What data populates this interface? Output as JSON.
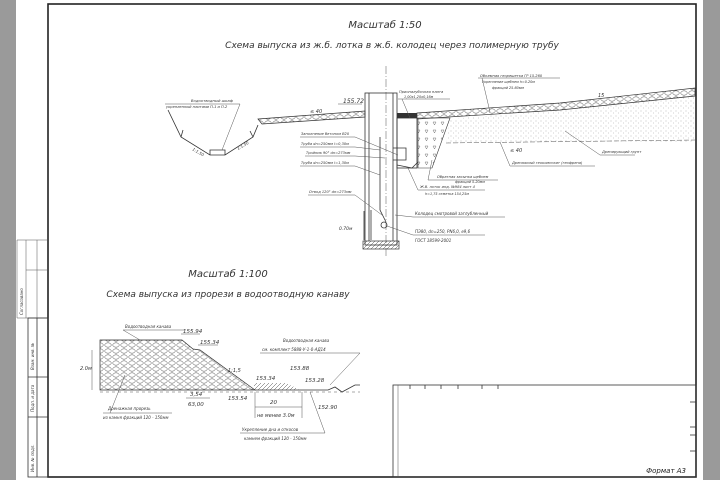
{
  "upper": {
    "scale": "Масштаб 1:50",
    "title": "Схема выпуска из ж.б. лотка в ж.б. колодец через полимерную трубу",
    "labels": {
      "ditch": "Водоотводный шкаф",
      "ditch_sub": "укрепленный плитами П-1 и П-2",
      "slope_left": "1:1,50",
      "slope_right": "1:1,50",
      "elev": "155.72",
      "pct_left": "≤ 40",
      "pct_right": "≤ 40",
      "slab": "Приопалубочная плита",
      "slab_sub": "1,00х1,20х0,16м",
      "concrete": "Заполнение бетоном В20",
      "pipe1": "Труба dn=250мм l=0,30м",
      "tee": "Тройник 90° dn=273мм",
      "pipe2": "Труба dn=250мм l=1,30м",
      "bend": "Отвод 120° dn=273мм",
      "depth": "0.70м",
      "geotextile": "Объемная георешетка ГР 15.260",
      "geotextile_sub": "Укрепление щебнем h=0.20м",
      "geotextile_sub2": "фракций 25-60мм",
      "slope_15": "15",
      "drain_layer": "Дренирующий грунт",
      "geocomposite": "Дренажный геокомпозит (геофрена)",
      "backfill": "Обратная засыпка щебнем",
      "backfill_sub": "фракций 5-20мм",
      "tray": "Ж.б. лоток инд. №984 лист 4",
      "tray_sub": "h=1,75 отметка 154,25м",
      "well": "Колодец смотровой заглубленный",
      "pipe_spec": "ПЭ80, dn=250, PN6,0, e9,6",
      "gost": "ГОСТ 18599-2001"
    }
  },
  "lower": {
    "scale": "Масштаб 1:100",
    "title": "Схема выпуска из прорези в водоотводную канаву",
    "labels": {
      "ditch": "Водоотводная канава",
      "e1": "155.94",
      "e2": "155.34",
      "height": "2.0м",
      "slope": "1:1,5",
      "ditch2": "Водоотводная канава",
      "ditch2_sub": "см. комплект 5888-У-1-0-АД14",
      "e3": "153.88",
      "e4": "153.34",
      "e5": "153.28",
      "e6": "153.54",
      "e7": "152.90",
      "frac1": "3,54",
      "frac2": "63,00",
      "pct": "20",
      "width": "не менее 3.0м",
      "drain": "Дренажная прорезь",
      "drain_sub": "из камня фракций 120 - 150мм",
      "reinf": "Укрепление дна и откосов",
      "reinf_sub": "камнем фракций 120 - 150мм"
    }
  },
  "stamp": {
    "agreed": "Согласовано",
    "replace": "Взам. инв. №",
    "sign_date": "Подп. и дата",
    "inv": "Инв. № подл."
  },
  "format": "Формат А3"
}
